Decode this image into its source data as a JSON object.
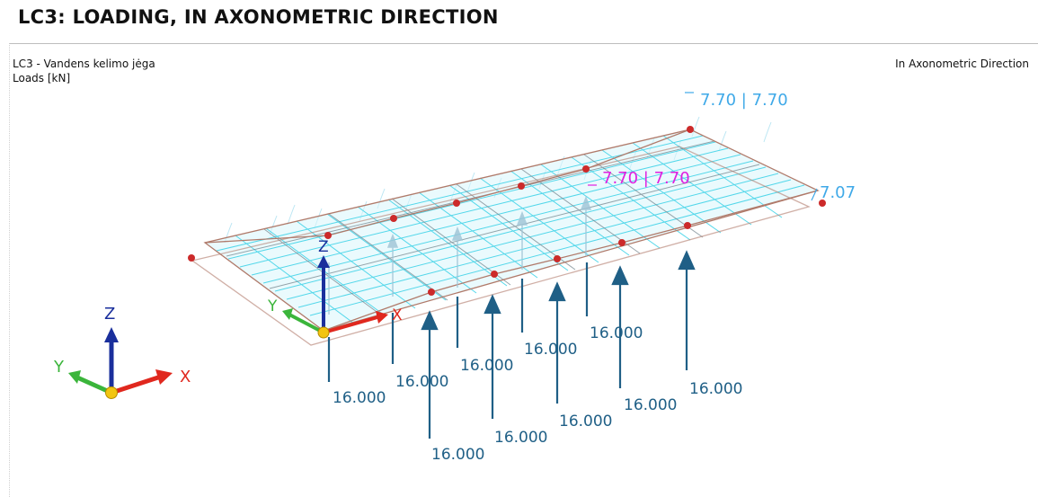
{
  "title": "LC3: LOADING, IN AXONOMETRIC DIRECTION",
  "load_case": "LC3 - Vandens kelimo jėga",
  "units_label": "Loads [kN]",
  "direction_label": "In Axonometric Direction",
  "axis_labels": {
    "x": "X",
    "y": "Y",
    "z": "Z"
  },
  "surface_load_labels": {
    "top": "7.70 | 7.70",
    "middle": "7.70 | 7.70",
    "right": "7.07"
  },
  "point_loads": [
    "16.000",
    "16.000",
    "16.000",
    "16.000",
    "16.000",
    "16.000",
    "16.000",
    "16.000",
    "16.000",
    "16.000"
  ],
  "colors": {
    "point_load": "#1f5f86",
    "surface_load": "#3fb8ff",
    "mesh": "#43d4e8",
    "slab_edge": "#b07a6a",
    "node": "#cc2a2a",
    "highlight_label": "#e020e0",
    "x_axis": "#e0281e",
    "y_axis": "#3bb53b",
    "z_axis": "#1a2f9c"
  }
}
